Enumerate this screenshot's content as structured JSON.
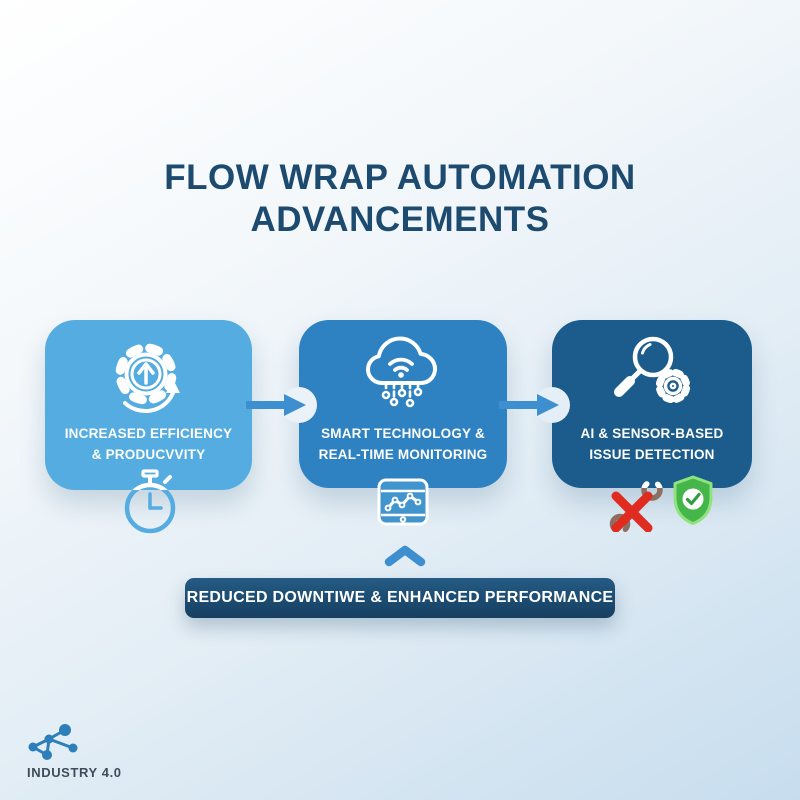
{
  "title": {
    "line1": "FLOW WRAP AUTOMATION",
    "line2": "ADVANCEMENTS"
  },
  "cards": [
    {
      "title_line1": "INCREASED EFFICIENCY",
      "title_line2": "& PRODUCVVITY",
      "color": "#55ace0",
      "icon": "gear-growth-arrow-icon",
      "badge_icon": "stopwatch-icon"
    },
    {
      "title_line1": "SMART TECHNOLOGY &",
      "title_line2": "REAL-TIME MONITORING",
      "color": "#2e82c2",
      "icon": "iot-cloud-wifi-icon",
      "badge_icon": "monitor-chart-icon"
    },
    {
      "title_line1": "AI & SENSOR-BASED",
      "title_line2": "ISSUE DETECTION",
      "color": "#1b5c8c",
      "icon": "magnifier-gear-icon",
      "badge_icons": [
        "no-manual-repair-icon",
        "shield-check-icon"
      ]
    }
  ],
  "banner": {
    "label": "REDUCED DOWNTIWE & ENHANCED PERFORMANCE",
    "background": "#1c4e74"
  },
  "footer": {
    "brand": "INDUSTRY 4.0"
  },
  "palette": {
    "background_top_left": "#fefefe",
    "background_bottom_right": "#c7ddee",
    "title_text": "#1d4b70",
    "card_text": "#ffffff",
    "arrow_blue": "#3d8fd0",
    "shield_green": "#45b649",
    "cross_red": "#e02b20",
    "wrench_brown": "#8d6e63",
    "logo_blue": "#2c7fb8"
  }
}
